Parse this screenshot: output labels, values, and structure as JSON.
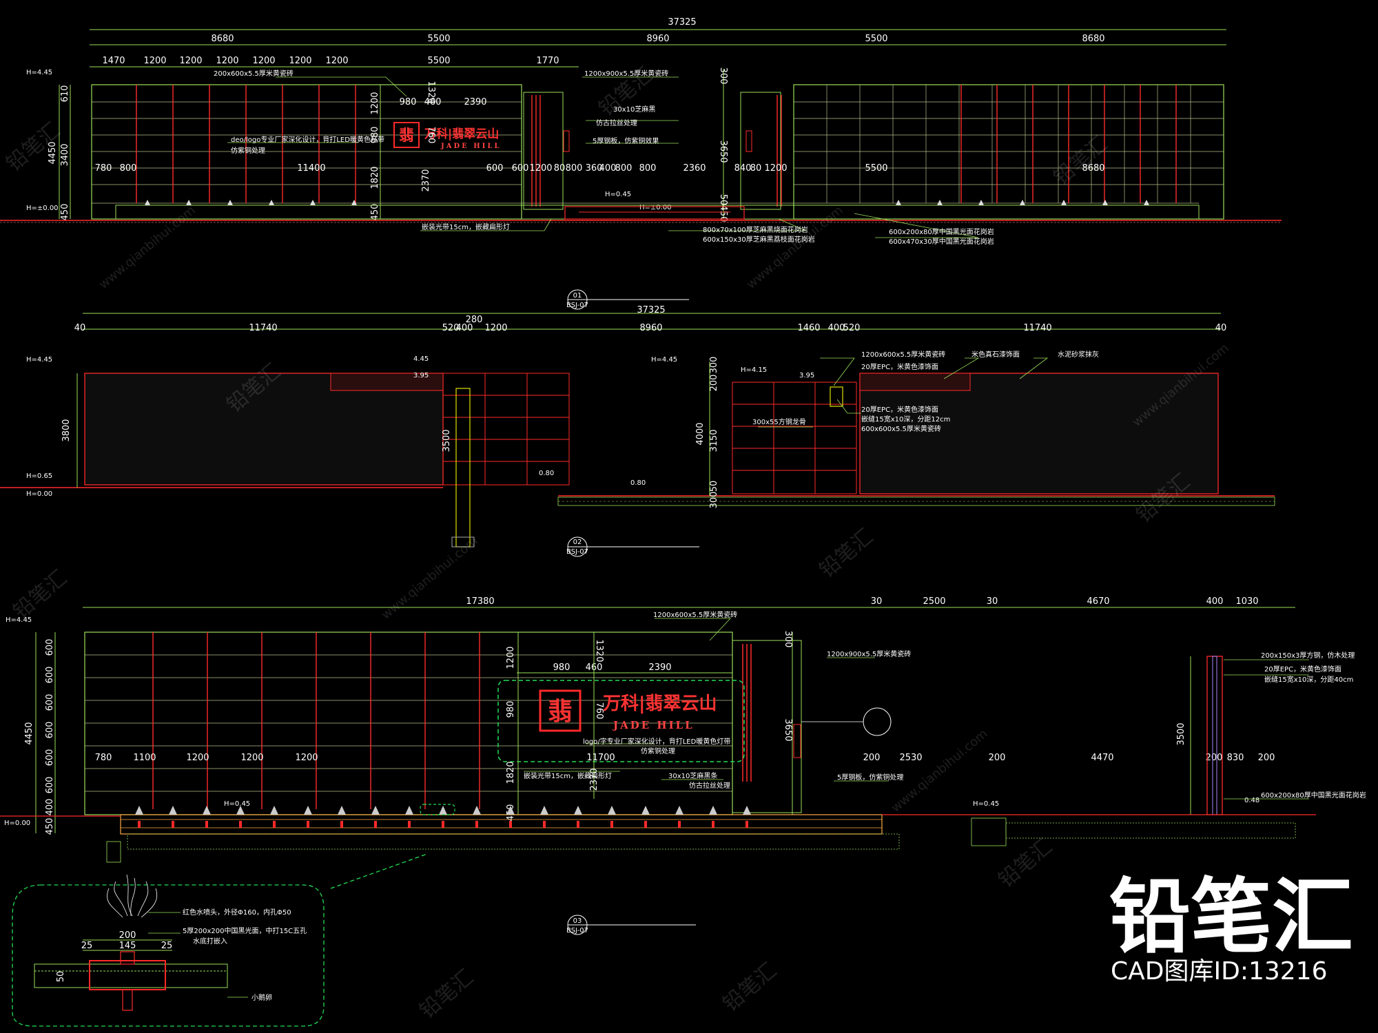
{
  "elevation1": {
    "overall": "37325",
    "segments": [
      "8680",
      "5500",
      "8960",
      "5500",
      "8680"
    ],
    "detail_left": [
      "1470",
      "1200",
      "1200",
      "1200",
      "1200",
      "1200",
      "1200"
    ],
    "detail_mid": "5500",
    "detail_1770": "1770",
    "lower_left": [
      "780",
      "800"
    ],
    "lower_mid": "11400",
    "lower_gate": [
      "600",
      "600",
      "1200",
      "80",
      "800",
      "360",
      "400",
      "800",
      "800",
      "2360",
      "840",
      "80",
      "1200"
    ],
    "lower_right": [
      "5500",
      "8680"
    ],
    "logo_dims": [
      "980",
      "460",
      "2390"
    ],
    "vert_left": [
      "610",
      "3400",
      "450",
      "4450"
    ],
    "vert_logo": [
      "1200",
      "980",
      "1820",
      "450",
      "1320",
      "760",
      "2370"
    ],
    "vert_right": [
      "300",
      "3650",
      "50",
      "450"
    ],
    "levels": [
      "H=4.45",
      "H=±0.00",
      "H=0.45",
      "H=±0.00"
    ],
    "notes": [
      "200x600x5.5厚米黄瓷砖",
      "1200x900x5.5厚米黄瓷砖",
      "30x10芝麻黑",
      "仿古拉丝处理",
      "5厚钢板，仿紫铜效果",
      "deo/logo专业厂家深化设计，背打LED暖黄色灯带",
      "仿紫铜处理",
      "嵌装光带15cm，嵌藏扁形灯",
      "800x70x100厚芝麻黑烧面花岗岩",
      "600x150x30厚芝麻黑荔枝面花岗岩",
      "600x200x80厚中国黑光面花岗岩",
      "600x470x30厚中国黑光面花岗岩"
    ],
    "tag_no": "01",
    "tag_sheet": "BSJ-07"
  },
  "elevation2": {
    "overall": "37325",
    "top_280": "280",
    "segments": [
      "40",
      "11740",
      "520",
      "400",
      "1200",
      "8960",
      "1460",
      "400",
      "520",
      "11740",
      "40"
    ],
    "levels": [
      "H=4.45",
      "H=0.65",
      "H=0.00",
      "4.45",
      "3.95",
      "H=4.45",
      "H=4.15",
      "3.95",
      "0.80",
      "0.80"
    ],
    "vert": [
      "3800",
      "300",
      "200",
      "4000",
      "3150",
      "50",
      "300",
      "3500"
    ],
    "notes": [
      "1200x600x5.5厚米黄瓷砖",
      "米色真石漆饰面",
      "水泥砂浆抹灰",
      "20厚EPC，米黄色漆饰面",
      "20厚EPC，米黄色漆饰面",
      "嵌缝15宽x10深，分距12cm",
      "600x600x5.5厚米黄瓷砖",
      "300x55方钢龙骨"
    ],
    "tag_no": "02",
    "tag_sheet": "BSJ-07"
  },
  "elevation3": {
    "overall_left": "17380",
    "top_right": [
      "30",
      "2500",
      "30",
      "4670",
      "400",
      "1030"
    ],
    "logo_dims": [
      "980",
      "460",
      "2390"
    ],
    "lower_left": [
      "780",
      "1100",
      "1200",
      "1200",
      "1200"
    ],
    "lower_mid": "11700",
    "lower_right": [
      "200",
      "2530",
      "200",
      "4470",
      "200",
      "830",
      "200"
    ],
    "vert_left": [
      "600",
      "600",
      "600",
      "600",
      "600",
      "600",
      "400",
      "450",
      "4450"
    ],
    "vert_logo": [
      "1200",
      "980",
      "1820",
      "450",
      "1320",
      "760",
      "2370"
    ],
    "vert_right": [
      "300",
      "3650",
      "3500"
    ],
    "levels": [
      "H=4.45",
      "H=0.00",
      "H=0.45",
      "H=0.45",
      "0.48"
    ],
    "notes": [
      "1200x600x5.5厚米黄瓷砖",
      "1200x900x5.5厚米黄瓷砖",
      "logo/字专业厂家深化设计，背打LED暖黄色灯带",
      "仿紫铜处理",
      "30x10芝麻黑条",
      "仿古拉丝处理",
      "嵌装光带15cm，嵌藏扁形灯",
      "5厚钢板，仿紫铜处理",
      "200x150x3厚方钢，仿木处理",
      "20厚EPC，米黄色漆饰面",
      "嵌缝15宽x10深，分距40cm",
      "600x200x80厚中国黑光面花岗岩"
    ],
    "tag_no": "03",
    "tag_sheet": "BSJ-07"
  },
  "detail": {
    "dims": [
      "200",
      "25",
      "145",
      "25",
      "50"
    ],
    "notes": [
      "红色水喷头，外径Φ160，内孔Φ50",
      "5厚200x200中国黑光面，中打15C五孔",
      "水底打嵌入",
      "小鹅卵"
    ]
  },
  "brand": {
    "logo_char": "翡",
    "cn": "万科|翡翠云山",
    "en": "JADE HILL"
  },
  "watermark": {
    "title": "铅笔汇",
    "id_line": "CAD图库ID:13216",
    "site": "www.qianbihui.com"
  },
  "colors": {
    "background": "#000000",
    "frame": "#9be05a",
    "tile_line": "#cfd6a0",
    "red_accent": "#ff2a2a",
    "dimension": "#ffffff",
    "dashed": "#22dd55"
  }
}
